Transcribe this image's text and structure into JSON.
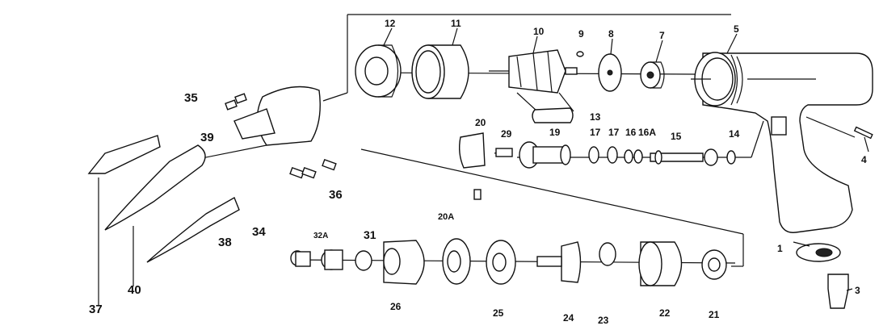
{
  "callouts": {
    "p1": "1",
    "p3": "3",
    "p4": "4",
    "p5": "5",
    "p7": "7",
    "p8": "8",
    "p9": "9",
    "p10": "10",
    "p11": "11",
    "p12": "12",
    "p13": "13",
    "p14": "14",
    "p15": "15",
    "p16": "16",
    "p16a": "16A",
    "p17a": "17",
    "p17b": "17",
    "p19": "19",
    "p20": "20",
    "p20a": "20A",
    "p21": "21",
    "p22": "22",
    "p23": "23",
    "p24": "24",
    "p25": "25",
    "p26": "26",
    "p29": "29",
    "p31": "31",
    "p32a": "32A",
    "p34": "34",
    "p35": "35",
    "p36": "36",
    "p37": "37",
    "p38": "38",
    "p39": "39",
    "p40": "40"
  }
}
